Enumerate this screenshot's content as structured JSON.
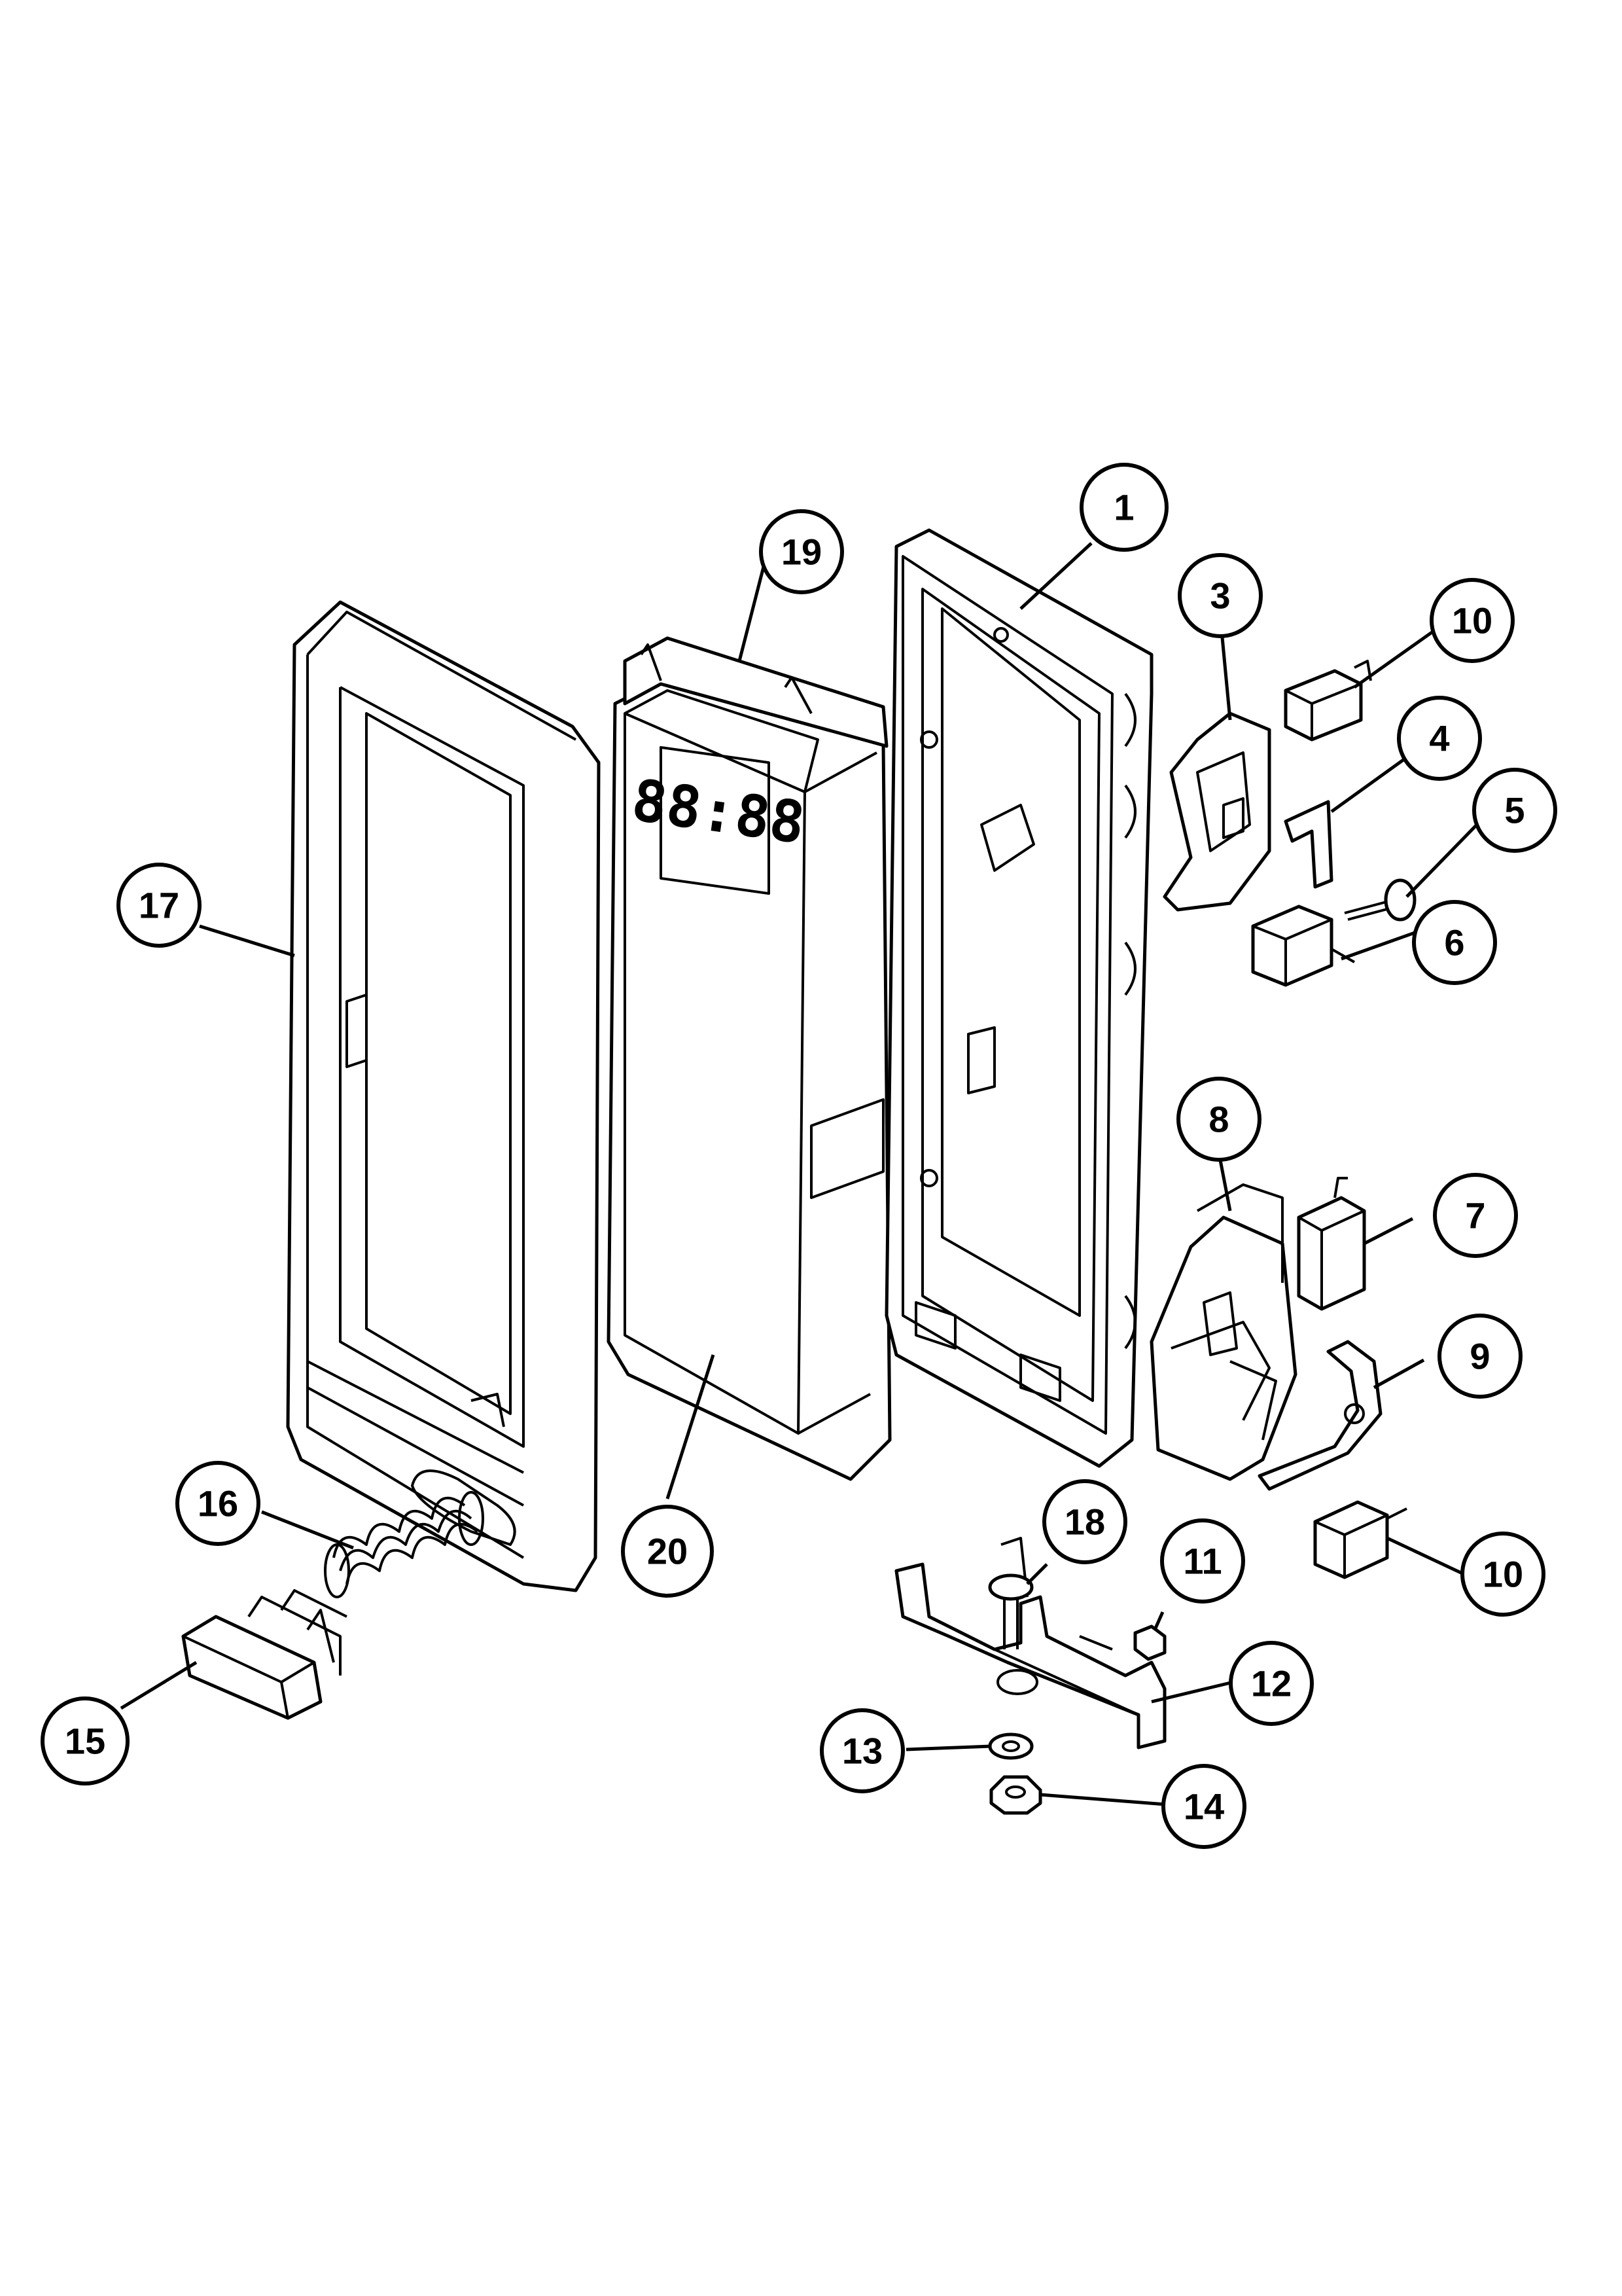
{
  "display": {
    "readout": "88:88"
  },
  "callouts": [
    {
      "id": "c1",
      "label": "1"
    },
    {
      "id": "c3",
      "label": "3"
    },
    {
      "id": "c10a",
      "label": "10"
    },
    {
      "id": "c4",
      "label": "4"
    },
    {
      "id": "c5",
      "label": "5"
    },
    {
      "id": "c6",
      "label": "6"
    },
    {
      "id": "c8",
      "label": "8"
    },
    {
      "id": "c7",
      "label": "7"
    },
    {
      "id": "c9",
      "label": "9"
    },
    {
      "id": "c10b",
      "label": "10"
    },
    {
      "id": "c19",
      "label": "19"
    },
    {
      "id": "c17",
      "label": "17"
    },
    {
      "id": "c20",
      "label": "20"
    },
    {
      "id": "c16",
      "label": "16"
    },
    {
      "id": "c15",
      "label": "15"
    },
    {
      "id": "c18",
      "label": "18"
    },
    {
      "id": "c11",
      "label": "11"
    },
    {
      "id": "c12",
      "label": "12"
    },
    {
      "id": "c13",
      "label": "13"
    },
    {
      "id": "c14",
      "label": "14"
    }
  ]
}
